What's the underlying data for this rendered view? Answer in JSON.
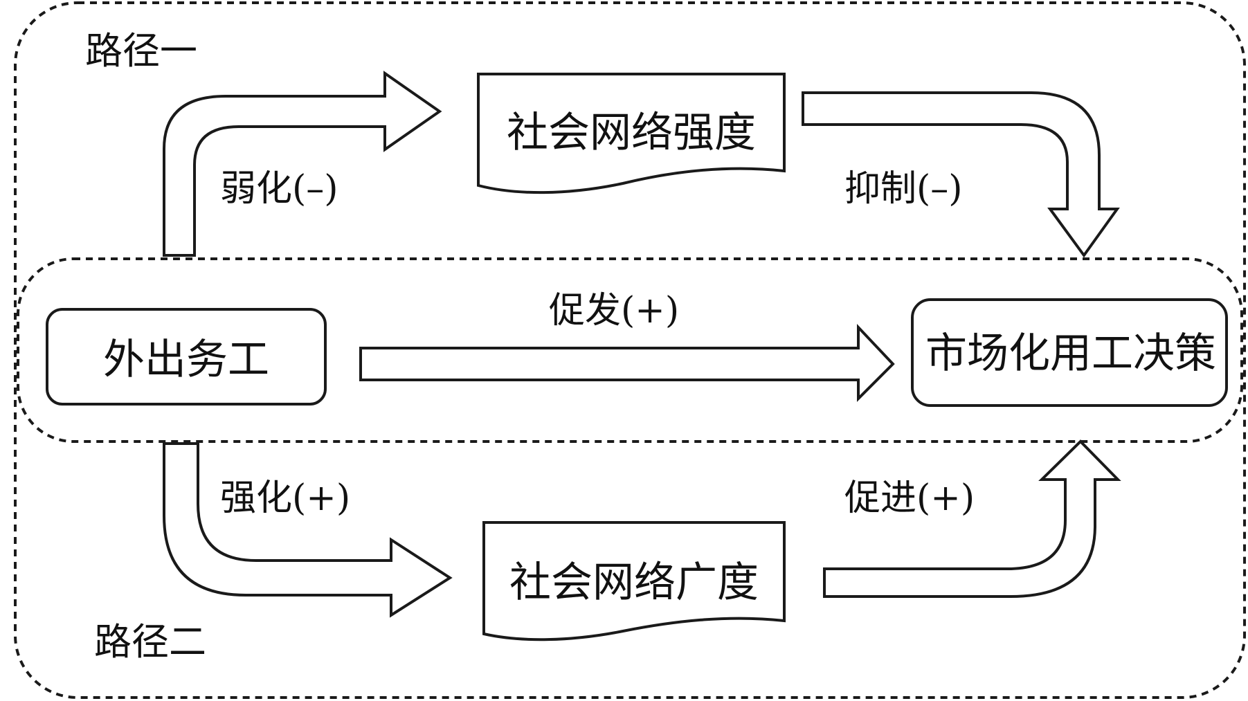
{
  "paths": {
    "path_one": "路径一",
    "path_two": "路径二"
  },
  "nodes": {
    "migrant_work": "外出务工",
    "network_strength": "社会网络强度",
    "network_breadth": "社会网络广度",
    "market_decision": "市场化用工决策"
  },
  "edges": {
    "weaken": "弱化(–)",
    "suppress": "抑制(–)",
    "trigger": "促发(+)",
    "strengthen": "强化(+)",
    "promote": "促进(+)"
  }
}
